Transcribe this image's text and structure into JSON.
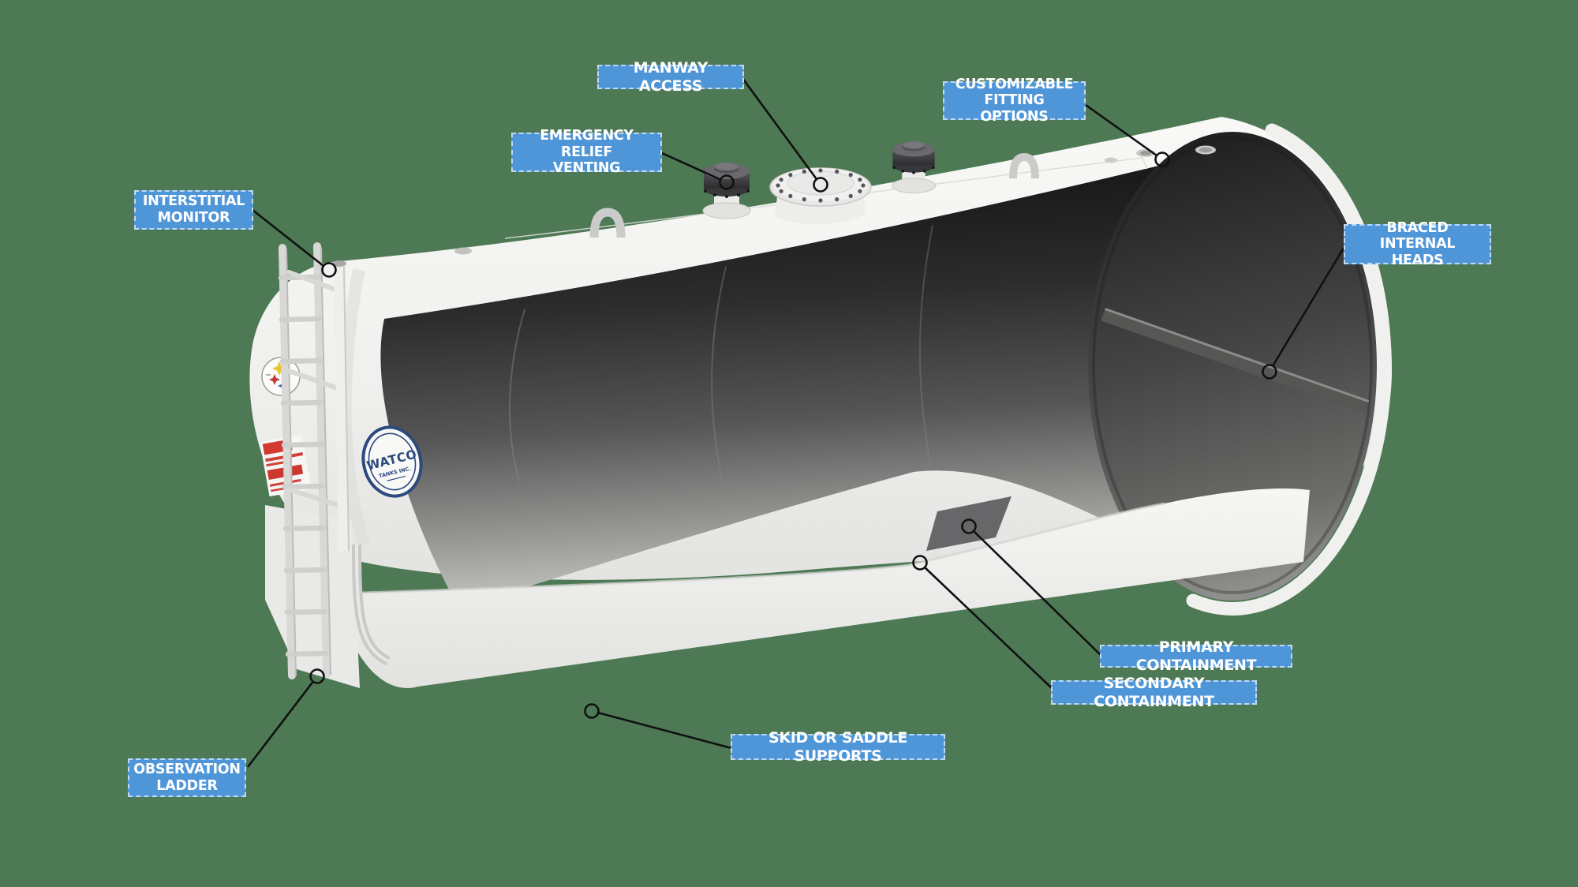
{
  "meta": {
    "title": "Double-wall storage tank cutaway diagram"
  },
  "theme": {
    "background": "#4d7954",
    "label_bg": "#4f96d8",
    "label_text": "#ffffff",
    "leader_color": "#101010",
    "tank_white": "#f2f2f0",
    "interior_dark": "#161616"
  },
  "callouts": [
    {
      "id": "interstitial-monitor",
      "text": "INTERSTITIAL\nMONITOR"
    },
    {
      "id": "emergency-relief-venting",
      "text": "EMERGENCY RELIEF\nVENTING"
    },
    {
      "id": "manway-access",
      "text": "MANWAY ACCESS"
    },
    {
      "id": "customizable-fitting-options",
      "text": "CUSTOMIZABLE\nFITTING OPTIONS"
    },
    {
      "id": "braced-internal-heads",
      "text": "BRACED INTERNAL\nHEADS"
    },
    {
      "id": "primary-containment",
      "text": "PRIMARY CONTAINMENT"
    },
    {
      "id": "secondary-containment",
      "text": "SECONDARY CONTAINMENT"
    },
    {
      "id": "skid-or-saddle-supports",
      "text": "SKID OR SADDLE SUPPORTS"
    },
    {
      "id": "observation-ladder",
      "text": "OBSERVATION\nLADDER"
    }
  ],
  "tank": {
    "brand": {
      "name": "WATCO",
      "subtitle": "TANKS INC."
    }
  }
}
